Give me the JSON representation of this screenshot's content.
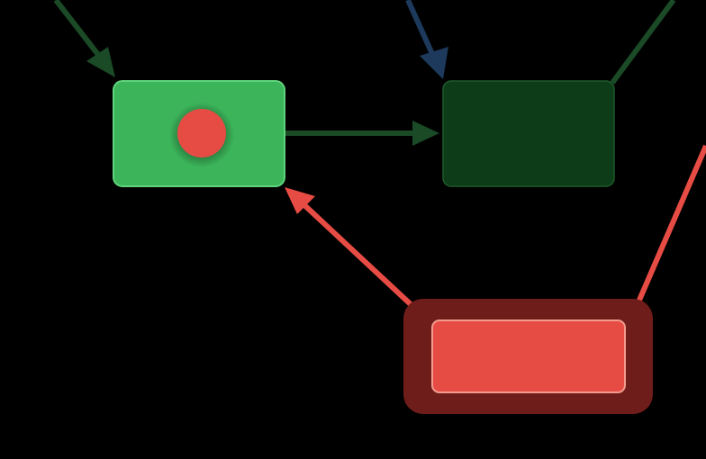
{
  "colors": {
    "background": "#000000",
    "active_node_fill": "#3bb45a",
    "active_node_border": "#5fd47c",
    "token_fill": "#e74c44",
    "dark_node_fill": "#0d3d18",
    "dark_node_border": "#1f5a2c",
    "green_edge": "#1a4a26",
    "blue_edge": "#1d3a5c",
    "red_edge": "#e74c44",
    "highlight_halo": "#6e1d1a",
    "highlight_fill": "#e74c44",
    "highlight_border": "#f29a8e"
  },
  "nodes": [
    {
      "id": "active-node",
      "state": "active",
      "has_token": true
    },
    {
      "id": "dark-node",
      "state": "inactive",
      "has_token": false
    },
    {
      "id": "highlight-node",
      "state": "highlighted",
      "has_token": false
    }
  ],
  "edges": [
    {
      "from": "offscreen-top-left",
      "to": "active-node",
      "color": "green"
    },
    {
      "from": "offscreen-top",
      "to": "dark-node",
      "color": "blue"
    },
    {
      "from": "dark-node",
      "to": "offscreen-top-right",
      "color": "green"
    },
    {
      "from": "active-node",
      "to": "dark-node",
      "color": "green"
    },
    {
      "from": "highlight-node",
      "to": "active-node",
      "color": "red"
    },
    {
      "from": "highlight-node",
      "to": "offscreen-right",
      "color": "red"
    }
  ]
}
